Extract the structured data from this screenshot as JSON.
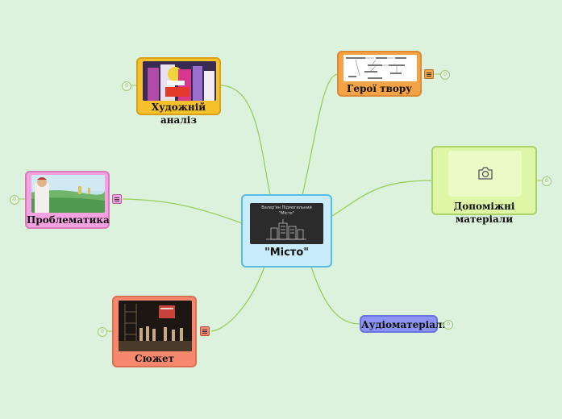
{
  "central": {
    "label": "\"Місто\"",
    "thumb_line1": "Валер'ян Підмогильний",
    "thumb_line2": "\"Місто\""
  },
  "topics": [
    {
      "id": "art",
      "label": "Художній аналіз",
      "collapse": "0"
    },
    {
      "id": "heroes",
      "label": "Герої твору",
      "collapse": "0"
    },
    {
      "id": "extra",
      "label": "Допоміжні матеріали",
      "collapse": "0"
    },
    {
      "id": "problems",
      "label": "Проблематика",
      "collapse": "0"
    },
    {
      "id": "plot",
      "label": "Сюжет",
      "collapse": "0"
    },
    {
      "id": "audio",
      "label": "Аудіоматеріали",
      "collapse": "0"
    }
  ],
  "colors": {
    "background": "#ddf2dc",
    "central_fill": "#c8ecfa",
    "central_border": "#5bbbe0",
    "art_fill": "#f7c12b",
    "art_border": "#d9a11a",
    "heroes_fill": "#f6a347",
    "heroes_border": "#de8a33",
    "extra_fill": "#ddf7a6",
    "extra_border": "#a8d46a",
    "problems_fill": "#f6a2e2",
    "problems_border": "#d77ac0",
    "plot_fill": "#f6896d",
    "plot_border": "#dc6e53",
    "audio_fill": "#8c93f2",
    "audio_border": "#6a72dc",
    "link": "#9acd5f"
  },
  "icons": {
    "extra_thumb": "camera-icon",
    "note": "notes-icon"
  }
}
